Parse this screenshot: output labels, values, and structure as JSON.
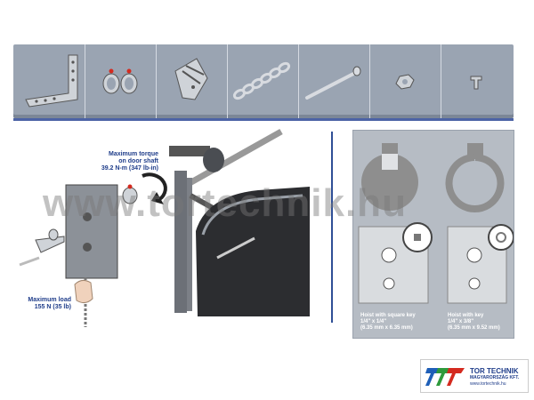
{
  "parts": [
    {
      "name": "angle bracket"
    },
    {
      "name": "shaft collars"
    },
    {
      "name": "chain bracket"
    },
    {
      "name": "chain"
    },
    {
      "name": "bolt"
    },
    {
      "name": "nut"
    },
    {
      "name": "screw"
    }
  ],
  "callouts": {
    "torque": [
      "Maximum torque",
      "on door shaft",
      "39.2 N-m (347 lb-in)"
    ],
    "load": [
      "Maximum load",
      "155 N (35 lb)"
    ]
  },
  "hoists": {
    "square": [
      "Hoist with square key",
      "1/4\" x 1/4\"",
      "(6.35 mm x 6.35 mm)"
    ],
    "key": [
      "Hoist with key",
      "1/4\" x 3/8\"",
      "(6.35 mm x 9.52 mm)"
    ]
  },
  "watermark": "www.tortechnik.hu",
  "logo": {
    "name": "TOR TECHNIK",
    "subtitle": "MAGYARORSZÁG KFT.",
    "url": "www.tortechnik.hu",
    "colors": {
      "blue": "#1f5fb8",
      "green": "#2e9a3c",
      "red": "#d42a1f"
    }
  },
  "colors": {
    "accent_blue": "#1f3d8a",
    "parts_bar": "#9aa4b2",
    "divider": "#2f4f96"
  }
}
